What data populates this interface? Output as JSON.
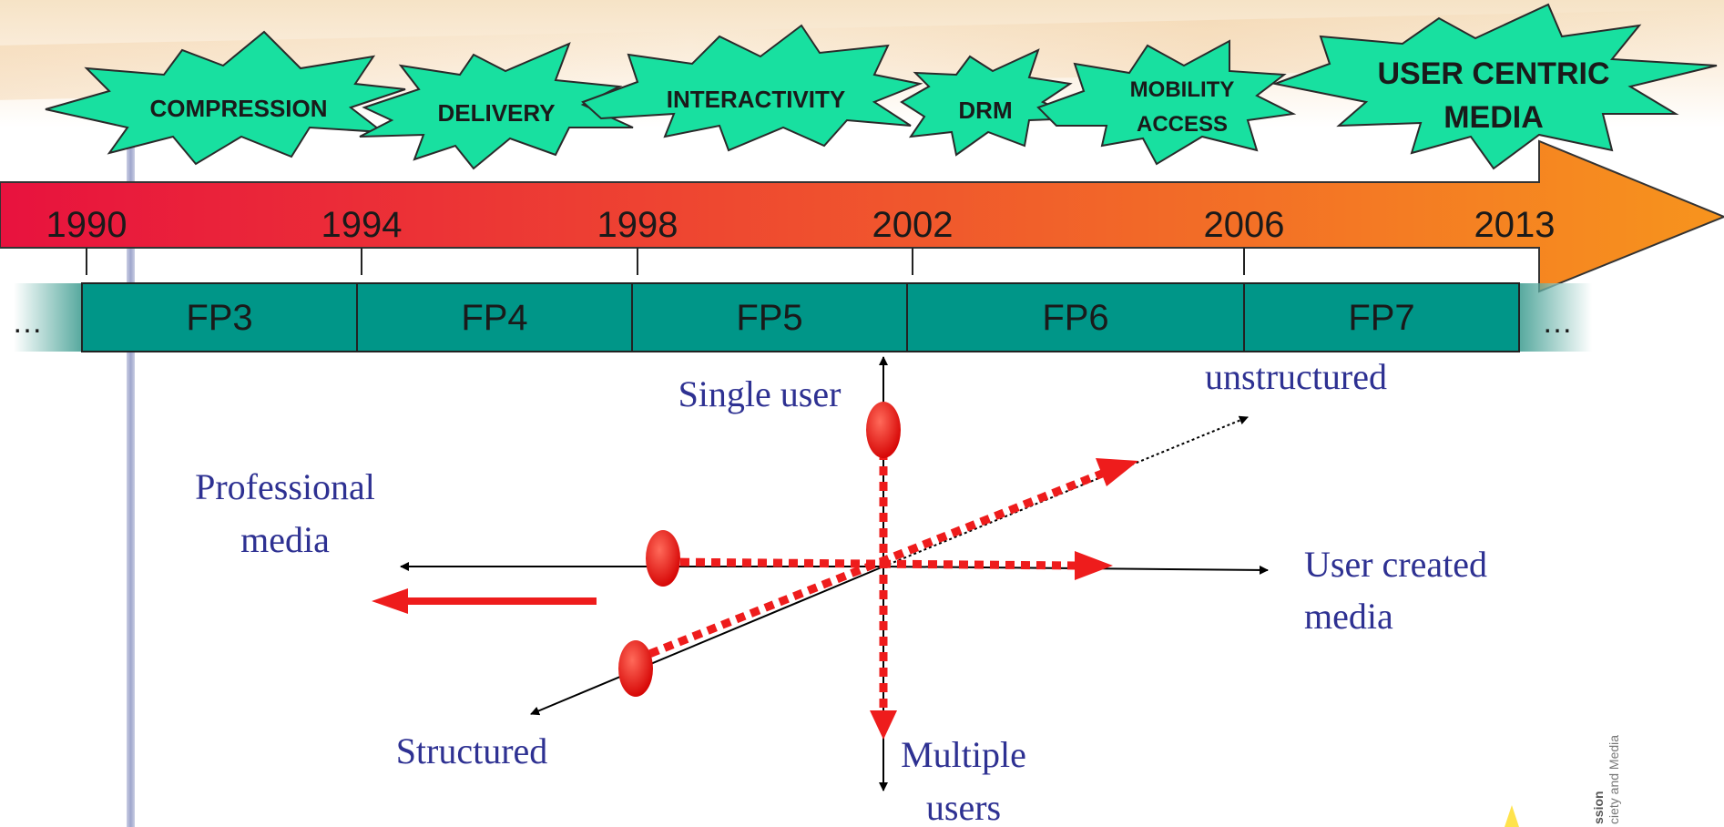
{
  "bursts": [
    {
      "lines": [
        "COMPRESSION"
      ]
    },
    {
      "lines": [
        "DELIVERY"
      ]
    },
    {
      "lines": [
        "INTERACTIVITY"
      ]
    },
    {
      "lines": [
        "DRM"
      ]
    },
    {
      "lines": [
        "MOBILITY",
        "ACCESS"
      ]
    },
    {
      "lines": [
        "USER CENTRIC",
        "MEDIA"
      ]
    }
  ],
  "timeline": {
    "years": [
      "1990",
      "1994",
      "1998",
      "2002",
      "2006",
      "2013"
    ],
    "programmes": [
      "FP3",
      "FP4",
      "FP5",
      "FP6",
      "FP7"
    ],
    "ellipsis_left": "…",
    "ellipsis_right": "…"
  },
  "axes": {
    "single_user": "Single user",
    "multiple_users_1": "Multiple",
    "multiple_users_2": "users",
    "unstructured": "unstructured",
    "structured": "Structured",
    "professional_1": "Professional",
    "professional_2": "media",
    "user_created_1": "User created",
    "user_created_2": "media"
  },
  "logo": {
    "line1": "ssion",
    "line2": "ciety and Media"
  },
  "colors": {
    "burst_fill": "#18e0a0",
    "timeline_start": "#e8123e",
    "timeline_end": "#f7941d",
    "fp_fill": "#009688",
    "shift_arrow": "#ee1c1c",
    "label_text": "#2e3192"
  }
}
